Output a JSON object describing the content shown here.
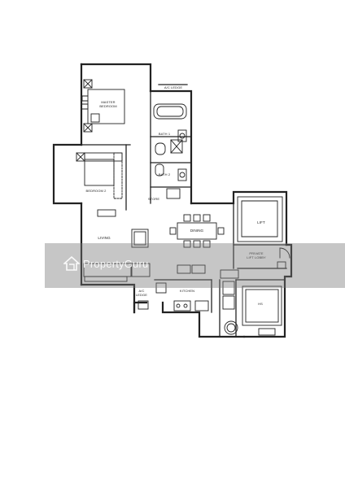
{
  "rooms": {
    "master_bedroom": "MASTER\nBEDROOM",
    "bedroom2": "BEDROOM 2",
    "bath1": "BATH 1",
    "bath2": "BATH 2",
    "ac_ledge_top": "A/C LEDGE",
    "store": "STORE",
    "lift": "LIFT",
    "dining": "DINING",
    "living": "LIVING",
    "private_lift_lobby": "PRIVATE\nLIFT LOBBY",
    "kitchen": "KITCHEN",
    "ac_ledge_kitchen": "A/C\nLEDGE",
    "hs": "HS"
  },
  "watermark": {
    "brand": "PropertyGuru"
  }
}
